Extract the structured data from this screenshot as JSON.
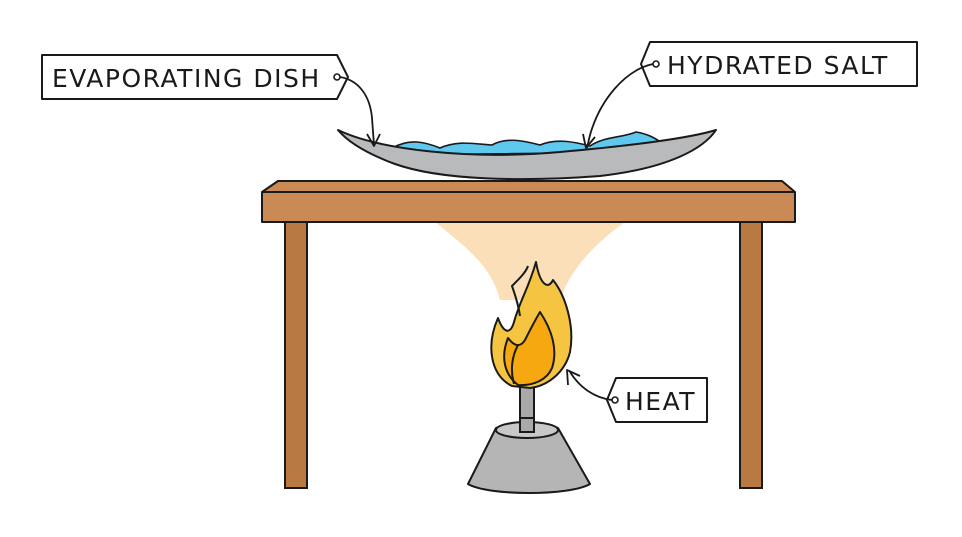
{
  "labels": {
    "evaporating_dish": "EVAPORATING DISH",
    "hydrated_salt": "HYDRATED  SALT",
    "heat": "HEAT"
  },
  "colors": {
    "table_top": "#c98a55",
    "table_leg": "#b87a42",
    "outline": "#1a1a1a",
    "dish": "#b9babb",
    "salt": "#5ec8ee",
    "flame_outer": "#f5c542",
    "flame_inner": "#f5a80f",
    "heat_glow": "#f9dcb0",
    "burner": "#b5b5b5"
  }
}
